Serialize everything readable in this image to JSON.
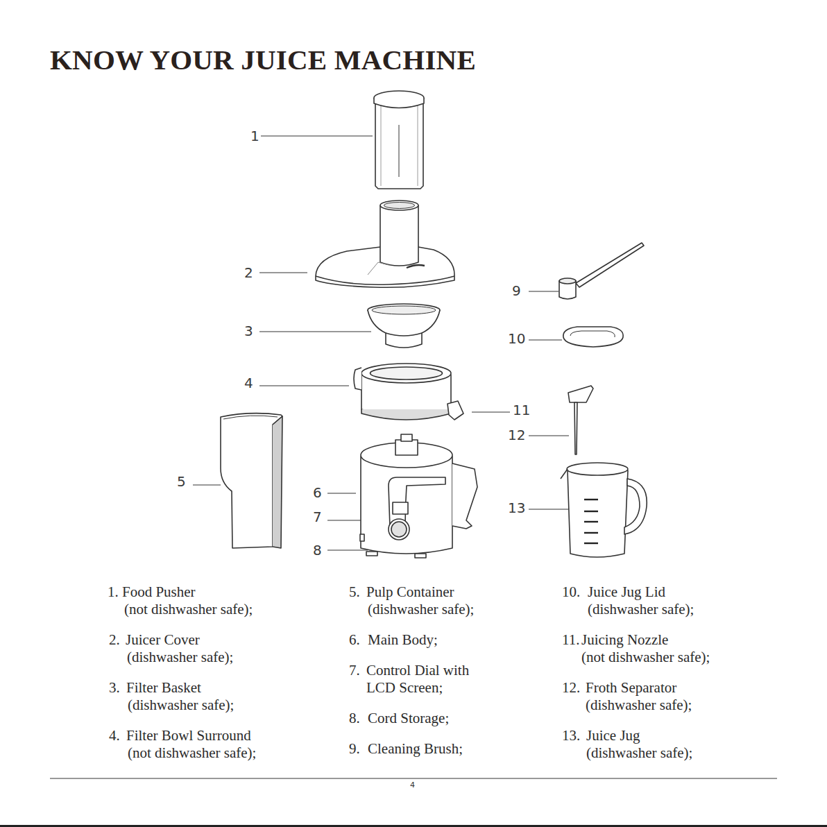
{
  "diagram": {
    "title": "KNOW YOUR JUICE MACHINE",
    "labels": [
      "1",
      "2",
      "3",
      "4",
      "5",
      "6",
      "7",
      "8",
      "9",
      "10",
      "11",
      "12",
      "13",
      "1.",
      "Food Pusher",
      "(not dishwasher safe);",
      "2.",
      "Juicer Cover",
      "(dishwasher safe);",
      "3.",
      "Filter Basket",
      "(dishwasher safe);",
      "4.",
      "Filter Bowl Surround",
      "(not dishwasher safe);",
      "5.",
      "Pulp Container",
      "(dishwasher safe);",
      "6.",
      "Main Body;",
      "7.",
      "Control Dial with LCD Screen;",
      "8.",
      "Cord Storage;",
      "9.",
      "Cleaning Brush;",
      "10.",
      "Juice Jug Lid",
      "(dishwasher safe);",
      "11.",
      "Juicing Nozzle",
      "(not dishwasher safe);",
      "12.",
      "Froth Separator",
      "(dishwasher safe);",
      "13.",
      "Juice Jug",
      "(dishwasher safe);",
      "4"
    ]
  }
}
